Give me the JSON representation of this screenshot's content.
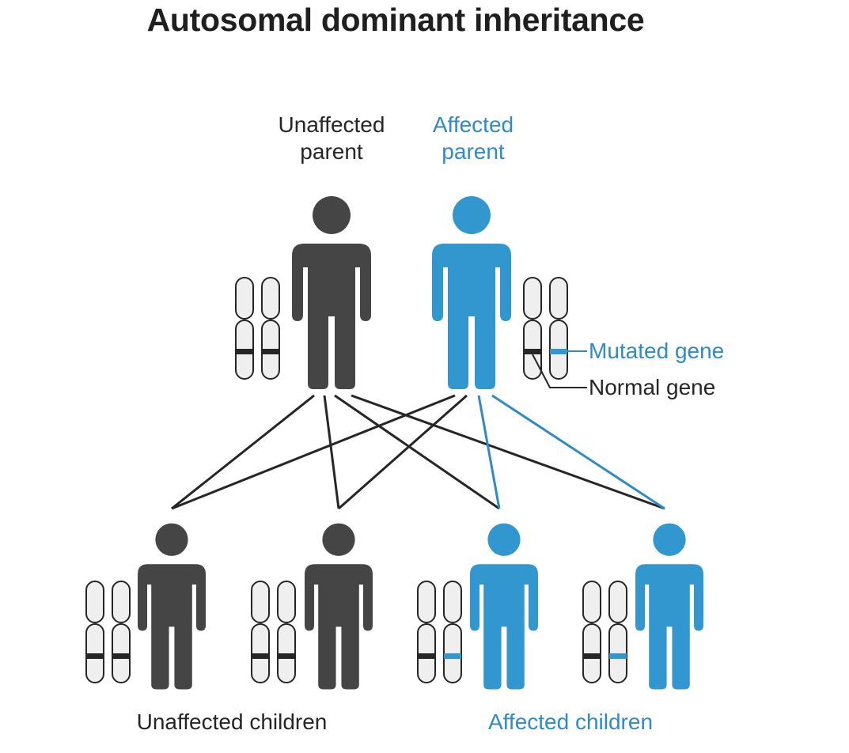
{
  "title": "Autosomal dominant inheritance",
  "parents": {
    "unaffected_label_line1": "Unaffected",
    "unaffected_label_line2": "parent",
    "affected_label_line1": "Affected",
    "affected_label_line2": "parent"
  },
  "gene_legend": {
    "mutated": "Mutated gene",
    "normal": "Normal gene"
  },
  "children": {
    "unaffected_label": "Unaffected children",
    "affected_label": "Affected children"
  },
  "colors": {
    "unaffected": "#454545",
    "affected": "#3397cf",
    "line_dark": "#262626",
    "line_blue": "#2f8bc3",
    "chromosome_fill": "#efefef"
  }
}
